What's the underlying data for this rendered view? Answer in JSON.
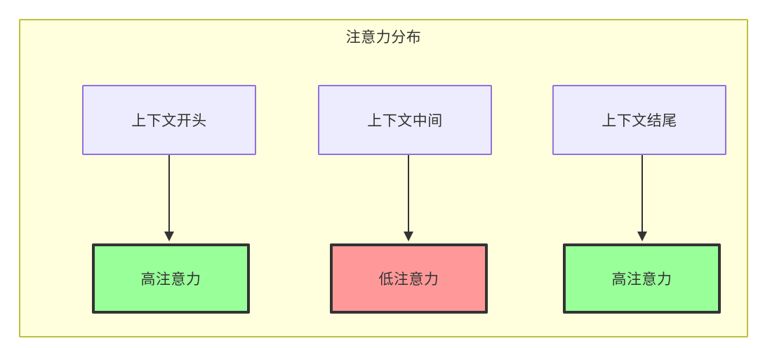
{
  "diagram": {
    "title": "注意力分布",
    "container": {
      "background_color": "#ffffdd",
      "border_color": "#bfbf3f"
    },
    "colors": {
      "context_fill": "#ececfe",
      "context_border": "#9370db",
      "high_attention_fill": "#99ff99",
      "low_attention_fill": "#ff9999",
      "node_border_dark": "#333333",
      "text": "#333333",
      "edge": "#333333"
    },
    "columns": [
      {
        "source": {
          "label": "上下文开头",
          "kind": "context"
        },
        "target": {
          "label": "高注意力",
          "kind": "high-attention"
        }
      },
      {
        "source": {
          "label": "上下文中间",
          "kind": "context"
        },
        "target": {
          "label": "低注意力",
          "kind": "low-attention"
        }
      },
      {
        "source": {
          "label": "上下文结尾",
          "kind": "context"
        },
        "target": {
          "label": "高注意力",
          "kind": "high-attention"
        }
      }
    ],
    "edges": [
      {
        "from": "上下文开头",
        "to": "高注意力"
      },
      {
        "from": "上下文中间",
        "to": "低注意力"
      },
      {
        "from": "上下文结尾",
        "to": "高注意力"
      }
    ]
  }
}
